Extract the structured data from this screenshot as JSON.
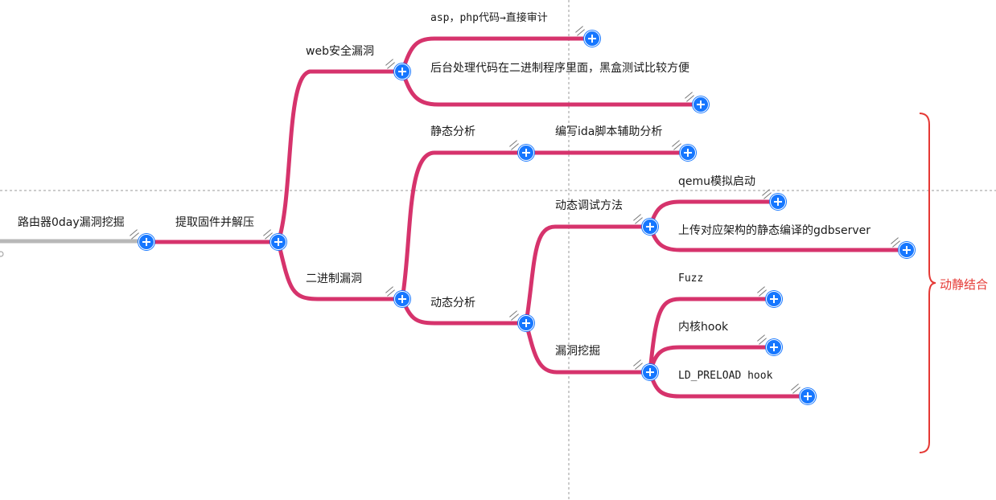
{
  "mindmap": {
    "root": "路由器0day漏洞挖掘",
    "step1": "提取固件并解压",
    "web_vuln": {
      "label": "web安全漏洞",
      "child_asp": "asp，php代码→直接审计",
      "child_backend": "后台处理代码在二进制程序里面，黑盒测试比较方便"
    },
    "binary_vuln": {
      "label": "二进制漏洞",
      "static": {
        "label": "静态分析",
        "child_ida": "编写ida脚本辅助分析"
      },
      "dynamic": {
        "label": "动态分析",
        "debug": {
          "label": "动态调试方法",
          "child_qemu": "qemu模拟启动",
          "child_gdb": "上传对应架构的静态编译的gdbserver"
        },
        "vuln_mining": {
          "label": "漏洞挖掘",
          "child_fuzz": "Fuzz",
          "child_kernel": "内核hook",
          "child_ld": "LD_PRELOAD hook"
        }
      }
    },
    "annotation": "动静结合"
  },
  "colors": {
    "branch": "#d6336c",
    "root_line": "#b8b8b8",
    "button": "#1677ff",
    "annotation": "#e53935"
  }
}
